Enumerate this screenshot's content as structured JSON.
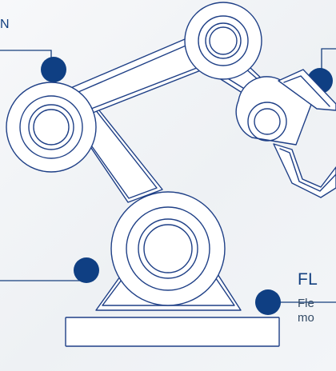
{
  "labels": {
    "top_left_fragment": "N",
    "bottom_right_title_fragment": "FL",
    "bottom_right_body_line_1": "Fle",
    "bottom_right_body_line_2": "mo"
  },
  "colors": {
    "outline": "#1e3f86",
    "fill": "#ffffff",
    "dot": "#0f3f83",
    "connector": "#173f7d",
    "text": "#123f7f",
    "body_text": "#344b66"
  },
  "icons": {
    "robotic_arm": "robotic-arm-icon",
    "markers": "marker-dot-icon"
  }
}
